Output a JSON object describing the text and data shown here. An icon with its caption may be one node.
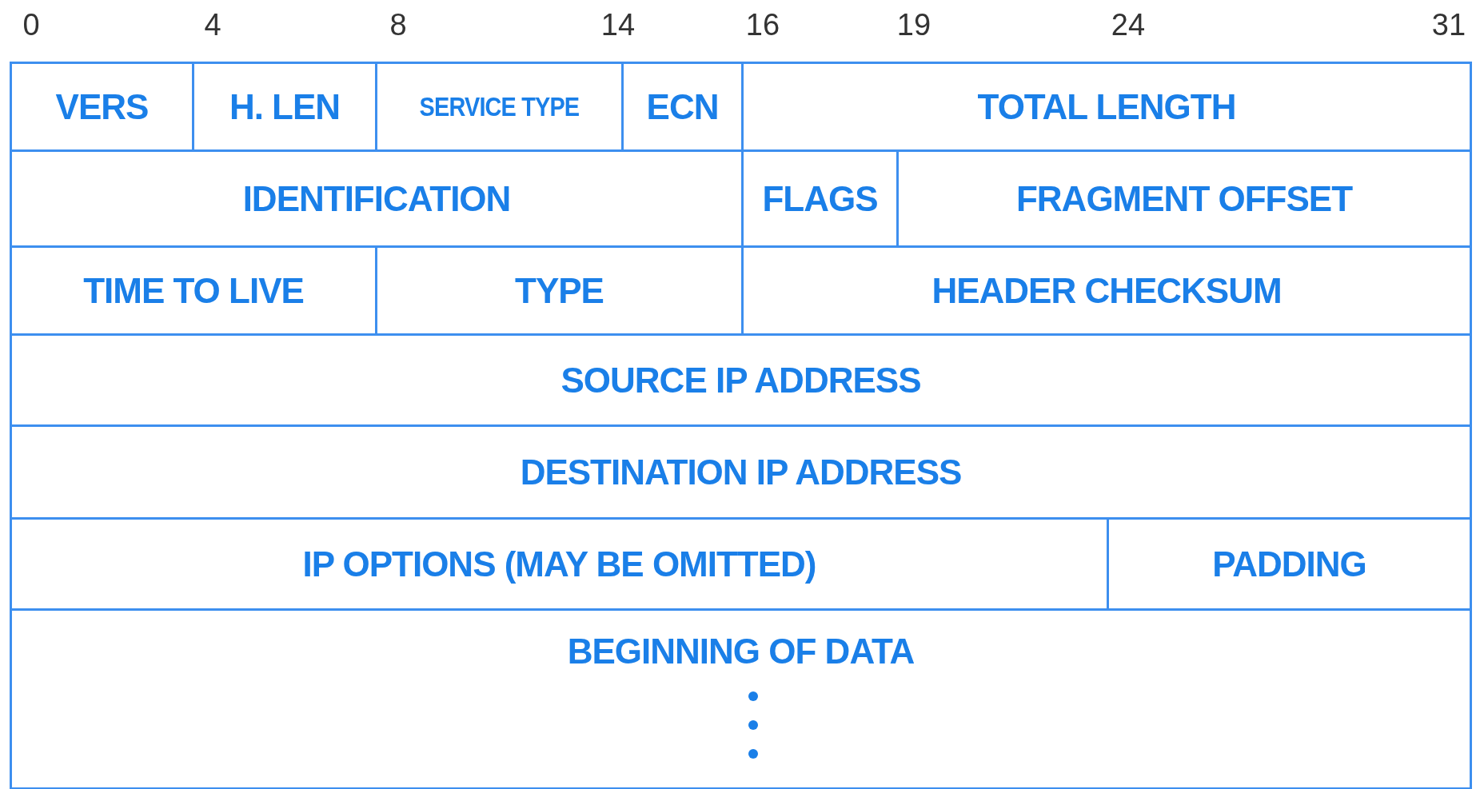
{
  "diagram": {
    "nodes": [
      {
        "text": [
          "VERS"
        ]
      },
      {
        "text": [
          "H. LEN"
        ]
      },
      {
        "text": [
          "SERVICE TYPE"
        ]
      },
      {
        "text": [
          "ECN"
        ]
      },
      {
        "text": [
          "TOTAL LENGTH"
        ]
      },
      {
        "text": [
          "IDENTIFICATION"
        ]
      },
      {
        "text": [
          "FLAGS"
        ]
      },
      {
        "text": [
          "FRAGMENT OFFSET"
        ]
      },
      {
        "text": [
          "TIME TO LIVE"
        ]
      },
      {
        "text": [
          "TYPE"
        ]
      },
      {
        "text": [
          "HEADER CHECKSUM"
        ]
      },
      {
        "text": [
          "SOURCE IP ADDRESS"
        ]
      },
      {
        "text": [
          "DESTINATION IP ADDRESS"
        ]
      },
      {
        "text": [
          "IP OPTIONS (MAY BE OMITTED)"
        ]
      },
      {
        "text": [
          "PADDING"
        ]
      },
      {
        "text": [
          "BEGINNING OF DATA"
        ]
      }
    ],
    "edges": [],
    "labels": [
      "0",
      "4",
      "8",
      "14",
      "16",
      "19",
      "24",
      "31"
    ]
  }
}
